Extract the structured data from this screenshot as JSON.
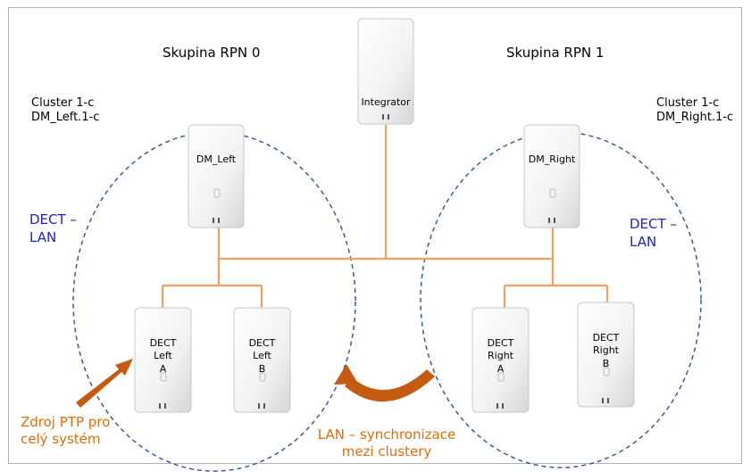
{
  "groups": {
    "left_title": "Skupina RPN 0",
    "right_title": "Skupina RPN 1"
  },
  "clusters": {
    "left_line1": "Cluster 1-c",
    "left_line2": "DM_Left.1-c",
    "right_line1": "Cluster 1-c",
    "right_line2": "DM_Right.1-c"
  },
  "dect_lan": {
    "left_line1": "DECT –",
    "left_line2": "LAN",
    "right_line1": "DECT –",
    "right_line2": "LAN"
  },
  "devices": {
    "integrator": "Integrator",
    "dm_left": "DM_Left",
    "dm_right": "DM_Right",
    "dect_left_a": [
      "DECT",
      "Left",
      "A"
    ],
    "dect_left_b": [
      "DECT",
      "Left",
      "B"
    ],
    "dect_right_a": [
      "DECT",
      "Right",
      "A"
    ],
    "dect_right_b": [
      "DECT",
      "Right",
      "B"
    ]
  },
  "notes": {
    "ptp_line1": "Zdroj PTP pro",
    "ptp_line2": "celý systém",
    "sync_line1": "LAN – synchronizace",
    "sync_line2": "mezi clustery"
  },
  "colors": {
    "link": "#f0a060",
    "ellipse": "#3a5a9a",
    "dect_lan_text": "#1f1fcc",
    "orange": "#e36c09"
  }
}
